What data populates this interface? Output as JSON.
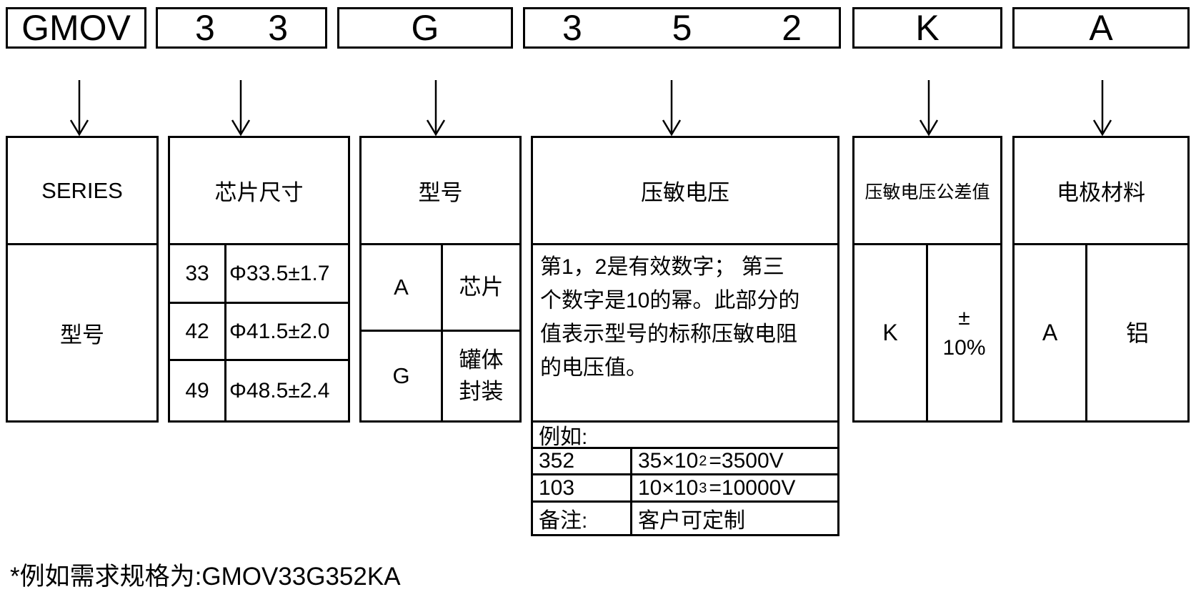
{
  "code_boxes": {
    "series": "GMOV",
    "chip": [
      "3",
      "3"
    ],
    "model": "G",
    "voltage": [
      "3",
      "5",
      "2"
    ],
    "tolerance": "K",
    "electrode": "A"
  },
  "columns": {
    "series": {
      "header": "SERIES",
      "body": "型号"
    },
    "chip": {
      "header": "芯片尺寸",
      "rows": [
        {
          "code": "33",
          "size": "Φ33.5±1.7"
        },
        {
          "code": "42",
          "size": "Φ41.5±2.0"
        },
        {
          "code": "49",
          "size": "Φ48.5±2.4"
        }
      ]
    },
    "model": {
      "header": "型号",
      "rows": [
        {
          "code": "A",
          "desc": "芯片"
        },
        {
          "code": "G",
          "desc_line1": "罐体",
          "desc_line2": "封装"
        }
      ]
    },
    "voltage": {
      "header": "压敏电压",
      "desc_lines": [
        "第1，2是有效数字； 第三",
        "个数字是10的幂。此部分的",
        "值表示型号的标称压敏电阻",
        "的电压值。"
      ],
      "example_label": "例如:",
      "examples": [
        {
          "code": "352",
          "base": "35×10",
          "exp": "2",
          "result": "=3500V"
        },
        {
          "code": "103",
          "base": "10×10",
          "exp": "3",
          "result": "=10000V"
        }
      ],
      "remark_label": "备注:",
      "remark": "客户可定制"
    },
    "tolerance": {
      "header": "压敏电压公差值",
      "code": "K",
      "value_line1": "±",
      "value_line2": "10%"
    },
    "electrode": {
      "header": "电极材料",
      "code": "A",
      "material": "铝"
    }
  },
  "footnote": "*例如需求规格为:GMOV33G352KA"
}
